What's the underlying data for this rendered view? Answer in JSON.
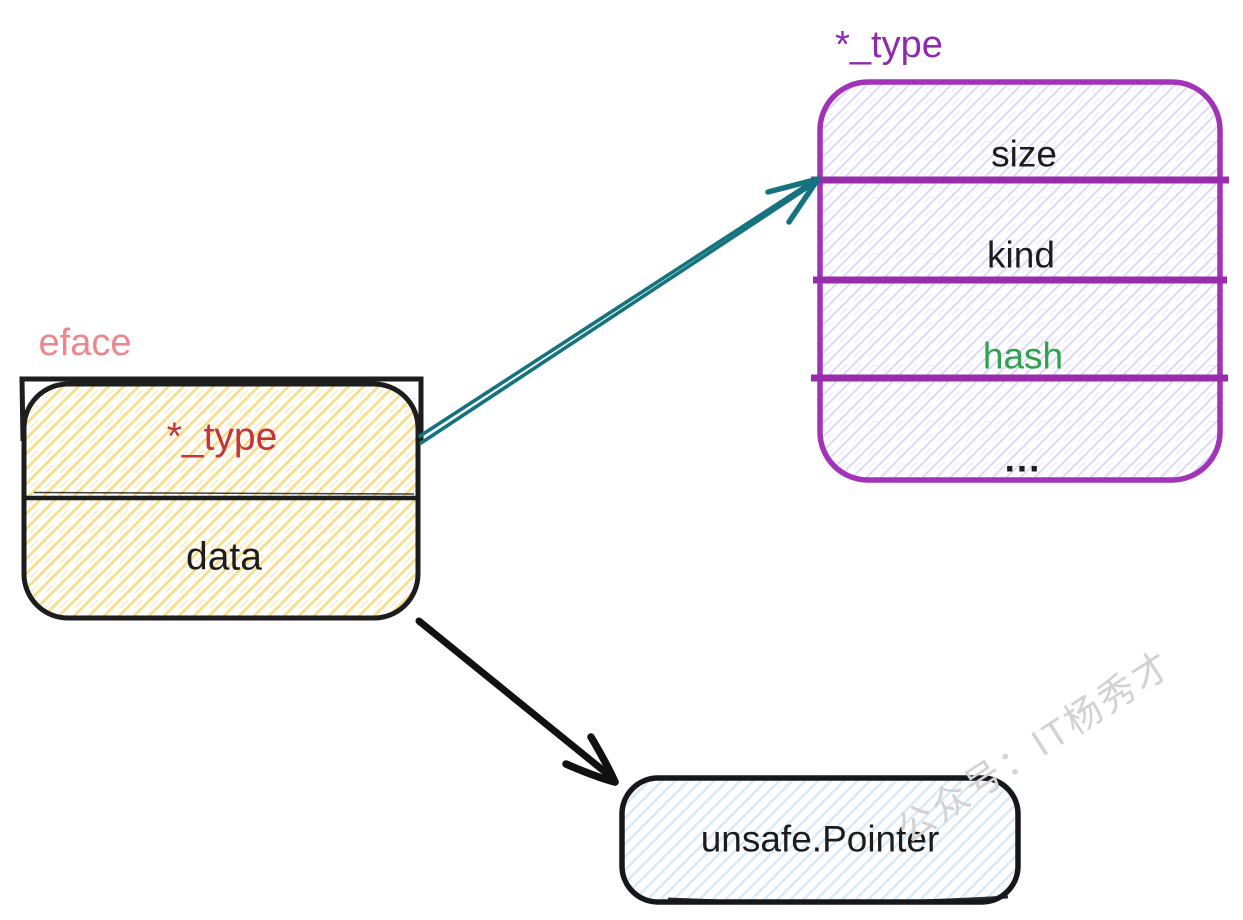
{
  "diagram": {
    "eface_box": {
      "label": "eface",
      "rows": [
        {
          "text": "*_type"
        },
        {
          "text": "data"
        }
      ]
    },
    "type_box": {
      "label": "*_type",
      "rows": [
        {
          "text": "size"
        },
        {
          "text": "kind"
        },
        {
          "text": "hash"
        },
        {
          "text": "..."
        }
      ]
    },
    "pointer_box": {
      "label": "unsafe.Pointer"
    },
    "watermark": "公众号：IT杨秀才",
    "colors": {
      "eface_label": "#f0868d",
      "eface_type_text": "#c4343c",
      "eface_hatch": "#f8dd8c",
      "black_border": "#1d1d1d",
      "type_label": "#8e2bad",
      "type_border": "#a233b8",
      "type_divider": "#992cab",
      "type_hatch": "#dcd9f6",
      "hash_text": "#2fa14f",
      "pointer_hatch": "#d8e9f7",
      "arrow_teal": "#15737f",
      "arrow_black": "#111111",
      "watermark_gray": "#d2d2d2"
    }
  }
}
